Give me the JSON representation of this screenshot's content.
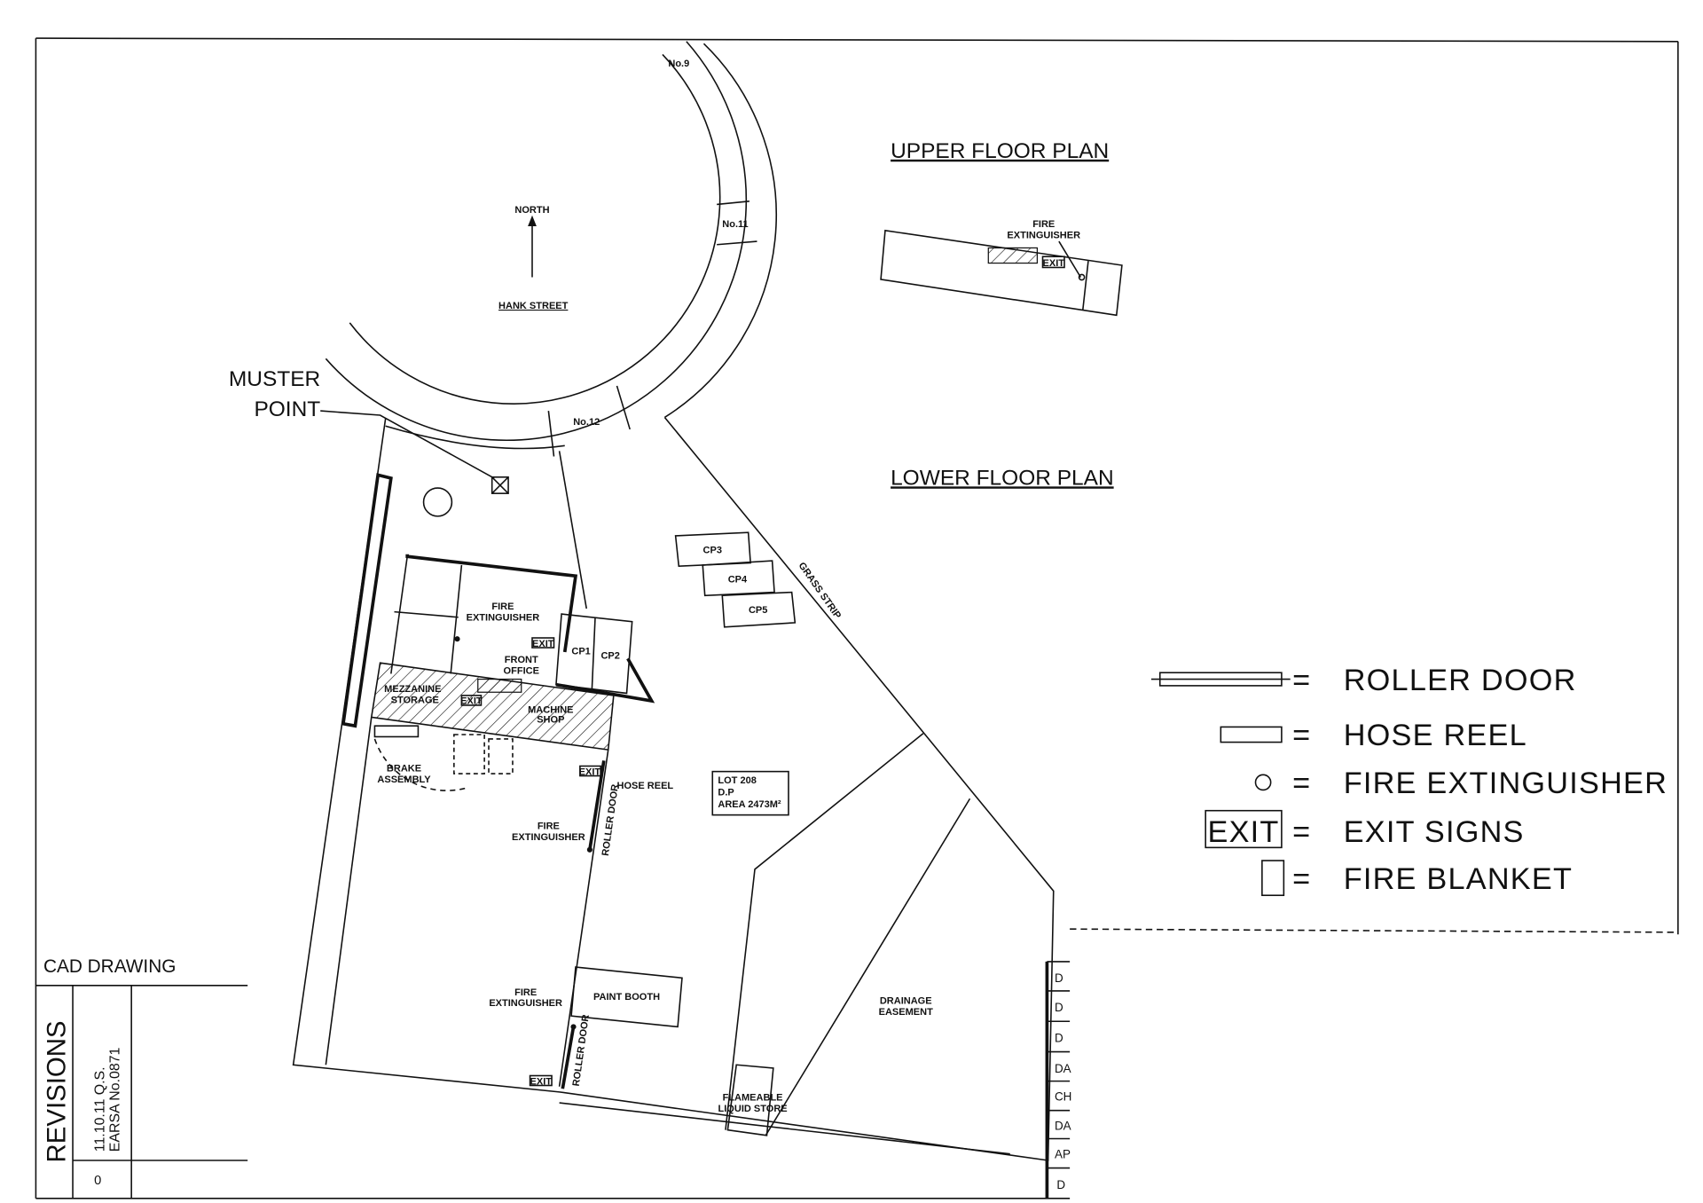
{
  "plan": {
    "north_label": "NORTH",
    "street_label": "HANK STREET",
    "lots": [
      "No.9",
      "No.11",
      "No.12"
    ],
    "muster_point": [
      "MUSTER",
      "POINT"
    ],
    "upper_floor_title": "UPPER FLOOR PLAN",
    "lower_floor_title": "LOWER FLOOR PLAN",
    "grass_label": "GRASS STRIP",
    "car_parks": [
      "CP1",
      "CP2",
      "CP3",
      "CP4",
      "CP5"
    ],
    "rooms": {
      "fire_ext_1": [
        "FIRE",
        "EXTINGUISHER"
      ],
      "front_office": [
        "FRONT",
        "OFFICE"
      ],
      "mezzanine": [
        "MEZZANINE",
        "STORAGE"
      ],
      "machine_shop": [
        "MACHINE",
        "SHOP"
      ],
      "brake": [
        "BRAKE",
        "ASSEMBLY"
      ],
      "hose_reel": "HOSE REEL",
      "fire_ext_2": [
        "FIRE",
        "EXTINGUISHER"
      ],
      "roller_door": "ROLLER DOOR",
      "fire_ext_3": [
        "FIRE",
        "EXTINGUISHER"
      ],
      "paint_booth": "PAINT BOOTH",
      "flammable": [
        "FLAMEABLE",
        "LIQUID STORE"
      ],
      "drainage": [
        "DRAINAGE",
        "EASEMENT"
      ],
      "upper_fire_ext": [
        "FIRE",
        "EXTINGUISHER"
      ],
      "exit": "EXIT"
    },
    "lot_info": [
      "LOT 208",
      "D.P",
      "AREA 2473M²"
    ]
  },
  "legend": [
    {
      "symbol": "roller-door",
      "label": "ROLLER DOOR"
    },
    {
      "symbol": "hose-reel",
      "label": "HOSE REEL"
    },
    {
      "symbol": "fire-extinguisher",
      "label": "FIRE EXTINGUISHER"
    },
    {
      "symbol": "exit-sign",
      "label": "EXIT SIGNS",
      "text": "EXIT"
    },
    {
      "symbol": "fire-blanket",
      "label": "FIRE BLANKET"
    }
  ],
  "legend_eq": "=",
  "title_block": {
    "cad_drawing": "CAD DRAWING",
    "revisions": "REVISIONS",
    "rev_line1": "11.10.11 Q.S.",
    "rev_line2": "EARSA No.0871",
    "rev_no": "0",
    "side_cells": [
      "D",
      "D",
      "D",
      "DA",
      "CH",
      "DA",
      "AP",
      "D"
    ]
  }
}
